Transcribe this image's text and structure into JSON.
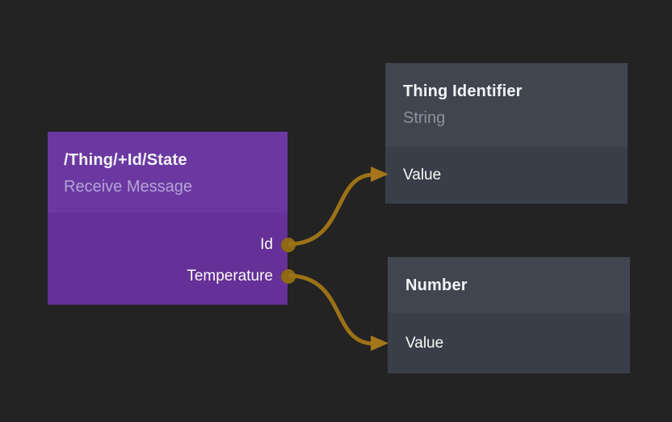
{
  "canvas": {
    "background": "#232323"
  },
  "colors": {
    "wire": "#9c7117",
    "arrowhead": "#a5761b",
    "port_dot": "#8e6a12",
    "trigger_header": "#6b38a2",
    "trigger_body": "#653097",
    "node_header": "#404550",
    "node_body": "#3a3e48",
    "title_text": "#f2f3f5",
    "trigger_subtitle_text": "#b5a3d6",
    "node_subtitle_text": "#8c919c",
    "port_label_text": "#fafafa"
  },
  "nodes": {
    "trigger": {
      "title": "/Thing/+Id/State",
      "subtitle": "Receive Message",
      "outputs": [
        {
          "label": "Id"
        },
        {
          "label": "Temperature"
        }
      ]
    },
    "thing_identifier": {
      "title": "Thing Identifier",
      "subtitle": "String",
      "inputs": [
        {
          "label": "Value"
        }
      ]
    },
    "number": {
      "title": "Number",
      "inputs": [
        {
          "label": "Value"
        }
      ]
    }
  },
  "connections": [
    {
      "from": "/Thing/+Id/State.Id",
      "to": "Thing Identifier.Value"
    },
    {
      "from": "/Thing/+Id/State.Temperature",
      "to": "Number.Value"
    }
  ]
}
